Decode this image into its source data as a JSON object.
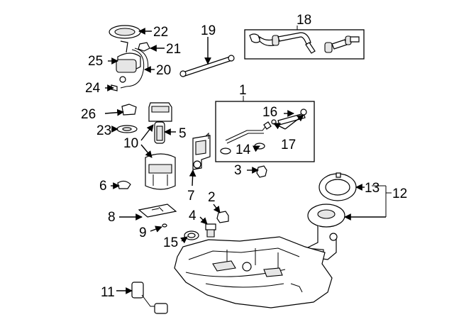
{
  "title": "",
  "callouts": [
    {
      "id": "c1",
      "text": "1"
    },
    {
      "id": "c2",
      "text": "2"
    },
    {
      "id": "c3",
      "text": "3"
    },
    {
      "id": "c4",
      "text": "4"
    },
    {
      "id": "c5",
      "text": "5"
    },
    {
      "id": "c6",
      "text": "6"
    },
    {
      "id": "c7",
      "text": "7"
    },
    {
      "id": "c8",
      "text": "8"
    },
    {
      "id": "c9",
      "text": "9"
    },
    {
      "id": "c10",
      "text": "10"
    },
    {
      "id": "c11",
      "text": "11"
    },
    {
      "id": "c12",
      "text": "12"
    },
    {
      "id": "c13",
      "text": "13"
    },
    {
      "id": "c14",
      "text": "14"
    },
    {
      "id": "c15",
      "text": "15"
    },
    {
      "id": "c16",
      "text": "16"
    },
    {
      "id": "c17",
      "text": "17"
    },
    {
      "id": "c18",
      "text": "18"
    },
    {
      "id": "c19",
      "text": "19"
    },
    {
      "id": "c20",
      "text": "20"
    },
    {
      "id": "c21",
      "text": "21"
    },
    {
      "id": "c22",
      "text": "22"
    },
    {
      "id": "c23",
      "text": "23"
    },
    {
      "id": "c24",
      "text": "24"
    },
    {
      "id": "c25",
      "text": "25"
    },
    {
      "id": "c26",
      "text": "26"
    }
  ]
}
